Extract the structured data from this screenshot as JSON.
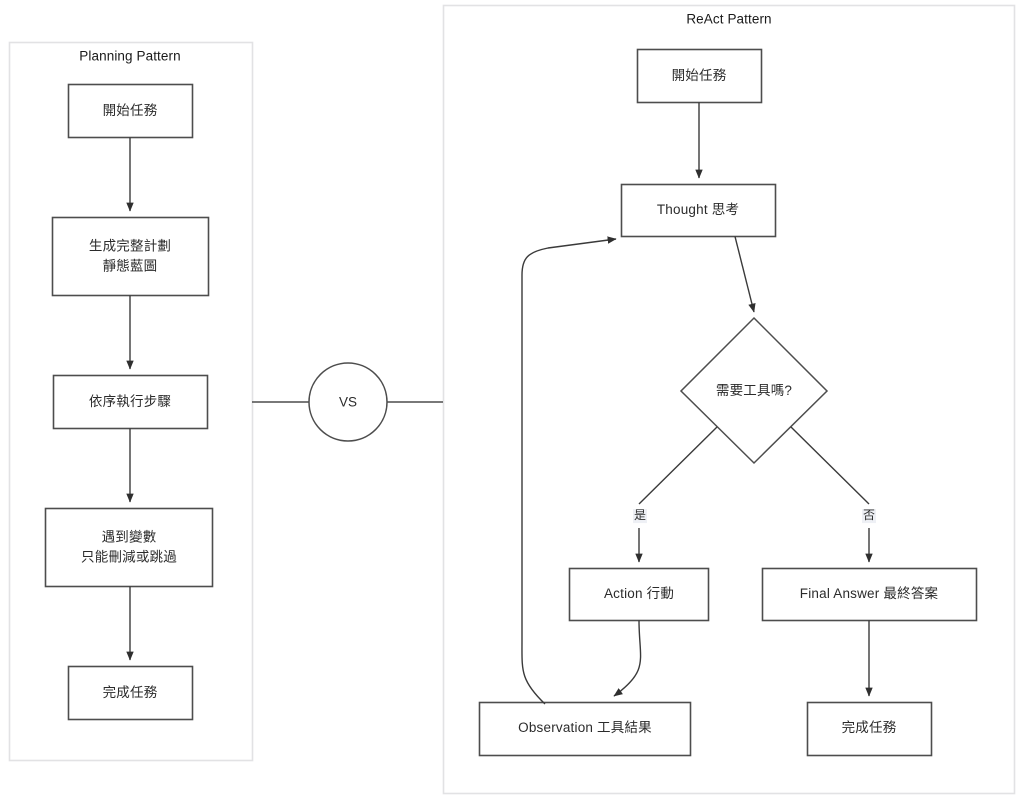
{
  "diagram": {
    "title_left": "Planning Pattern",
    "title_right": "ReAct Pattern",
    "comparator": "VS"
  },
  "planning": {
    "title": "Planning Pattern",
    "nodes": [
      {
        "id": "p-start",
        "label": "開始任務"
      },
      {
        "id": "p-plan",
        "label": "生成完整計劃\n靜態藍圖"
      },
      {
        "id": "p-exec",
        "label": "依序執行步驟"
      },
      {
        "id": "p-change",
        "label": "遇到變數\n只能刪減或跳過"
      },
      {
        "id": "p-done",
        "label": "完成任務"
      }
    ]
  },
  "react": {
    "title": "ReAct Pattern",
    "nodes": [
      {
        "id": "r-start",
        "label": "開始任務"
      },
      {
        "id": "r-thought",
        "label": "Thought 思考"
      },
      {
        "id": "r-decide",
        "label": "需要工具嗎?"
      },
      {
        "id": "r-action",
        "label": "Action 行動"
      },
      {
        "id": "r-final",
        "label": "Final Answer 最終答案"
      },
      {
        "id": "r-obs",
        "label": "Observation 工具結果"
      },
      {
        "id": "r-done",
        "label": "完成任務"
      }
    ],
    "edge_labels": [
      {
        "id": "yes",
        "label": "是"
      },
      {
        "id": "no",
        "label": "否"
      }
    ]
  },
  "colors": {
    "panel_border": "#e2e2e4",
    "node_border": "#4d4d4d",
    "node_fill": "#ffffff",
    "edge": "#3a3a3a",
    "text": "#2b2b2b",
    "edge_label_bg": "#eef0f5",
    "background": "#ffffff"
  }
}
